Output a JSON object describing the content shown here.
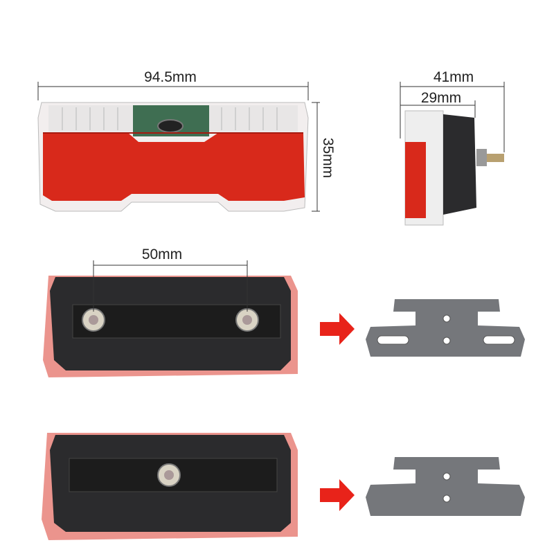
{
  "dimensions": {
    "width": "94.5mm",
    "height": "35mm",
    "depth_total": "41mm",
    "depth_body": "29mm",
    "mount_spacing": "50mm"
  },
  "colors": {
    "reflector": "#d8291b",
    "housing": "#2b2b2d",
    "bracket": "#75777b",
    "arrow": "#e8231a"
  }
}
